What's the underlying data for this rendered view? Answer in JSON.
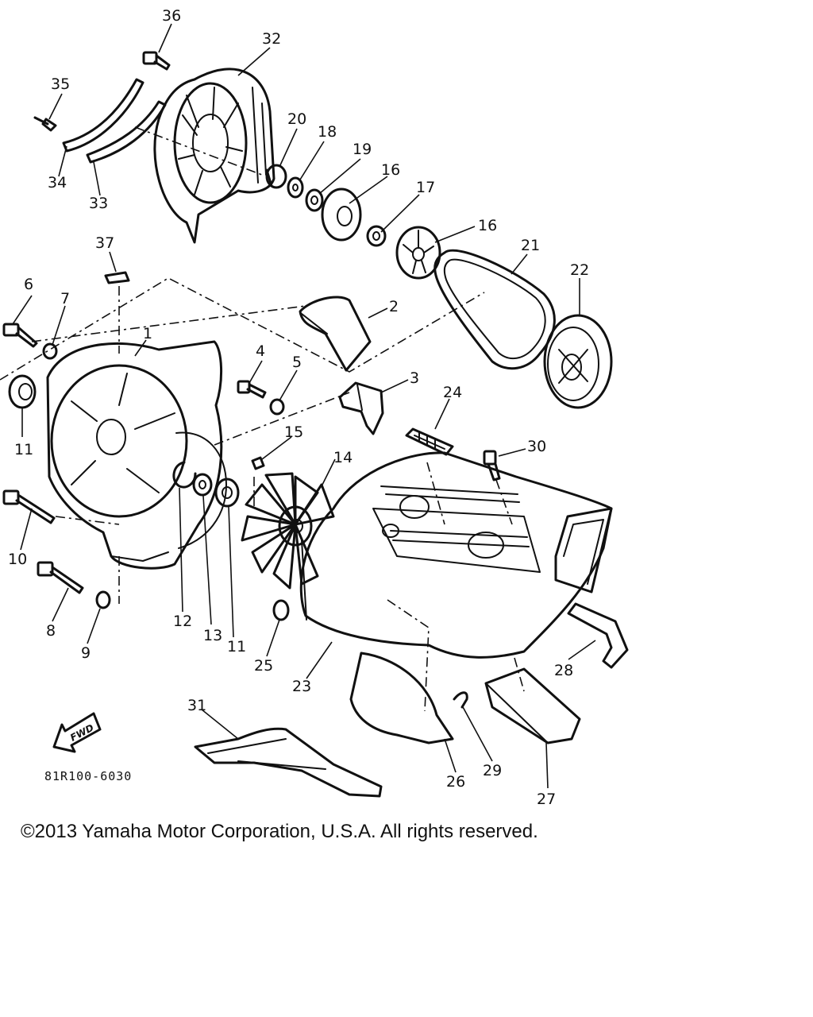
{
  "diagram": {
    "callouts": {
      "c1": "1",
      "c2": "2",
      "c3": "3",
      "c4": "4",
      "c5": "5",
      "c6": "6",
      "c7": "7",
      "c8": "8",
      "c9": "9",
      "c10": "10",
      "c11a": "11",
      "c11b": "11",
      "c12": "12",
      "c13": "13",
      "c14": "14",
      "c15": "15",
      "c16a": "16",
      "c16b": "16",
      "c17": "17",
      "c18": "18",
      "c19": "19",
      "c20": "20",
      "c21": "21",
      "c22": "22",
      "c23": "23",
      "c24": "24",
      "c25": "25",
      "c26": "26",
      "c27": "27",
      "c28": "28",
      "c29": "29",
      "c30": "30",
      "c31": "31",
      "c32": "32",
      "c33": "33",
      "c34": "34",
      "c35": "35",
      "c36": "36",
      "c37": "37"
    },
    "fwd_label": "FWD",
    "drawing_number": "81R100-6030"
  },
  "copyright": "©2013 Yamaha Motor Corporation, U.S.A. All rights reserved."
}
